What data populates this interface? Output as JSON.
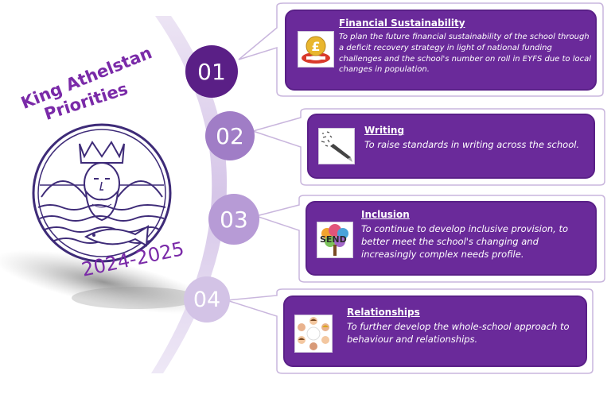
{
  "logo": {
    "name_line1": "King Athelstan",
    "name_line2": "Priorities",
    "year": "2024-2025"
  },
  "priorities": [
    {
      "number": "01",
      "title": "Financial Sustainability",
      "text": "To plan the future financial sustainability of the school through a deficit recovery strategy in light of national funding challenges and the school's number on roll in EYFS due to local changes in population.",
      "icon": "pound-lifebuoy-icon"
    },
    {
      "number": "02",
      "title": "Writing",
      "text": "To raise standards in writing across the school.",
      "icon": "pen-writing-icon"
    },
    {
      "number": "03",
      "title": "Inclusion",
      "text": "To continue to develop inclusive provision, to better meet the school's changing and increasingly complex needs profile.",
      "thumb_label": "SEND",
      "icon": "send-tree-icon"
    },
    {
      "number": "04",
      "title": "Relationships",
      "text": "To further develop the whole-school approach to behaviour and relationships.",
      "icon": "children-circle-icon"
    }
  ],
  "colors": {
    "card_purple": "#6a2a9a",
    "circle_purple_dark": "#5a1f86",
    "circle_purple_light": "#c9b4de",
    "logo_purple": "#7a2aa8"
  }
}
